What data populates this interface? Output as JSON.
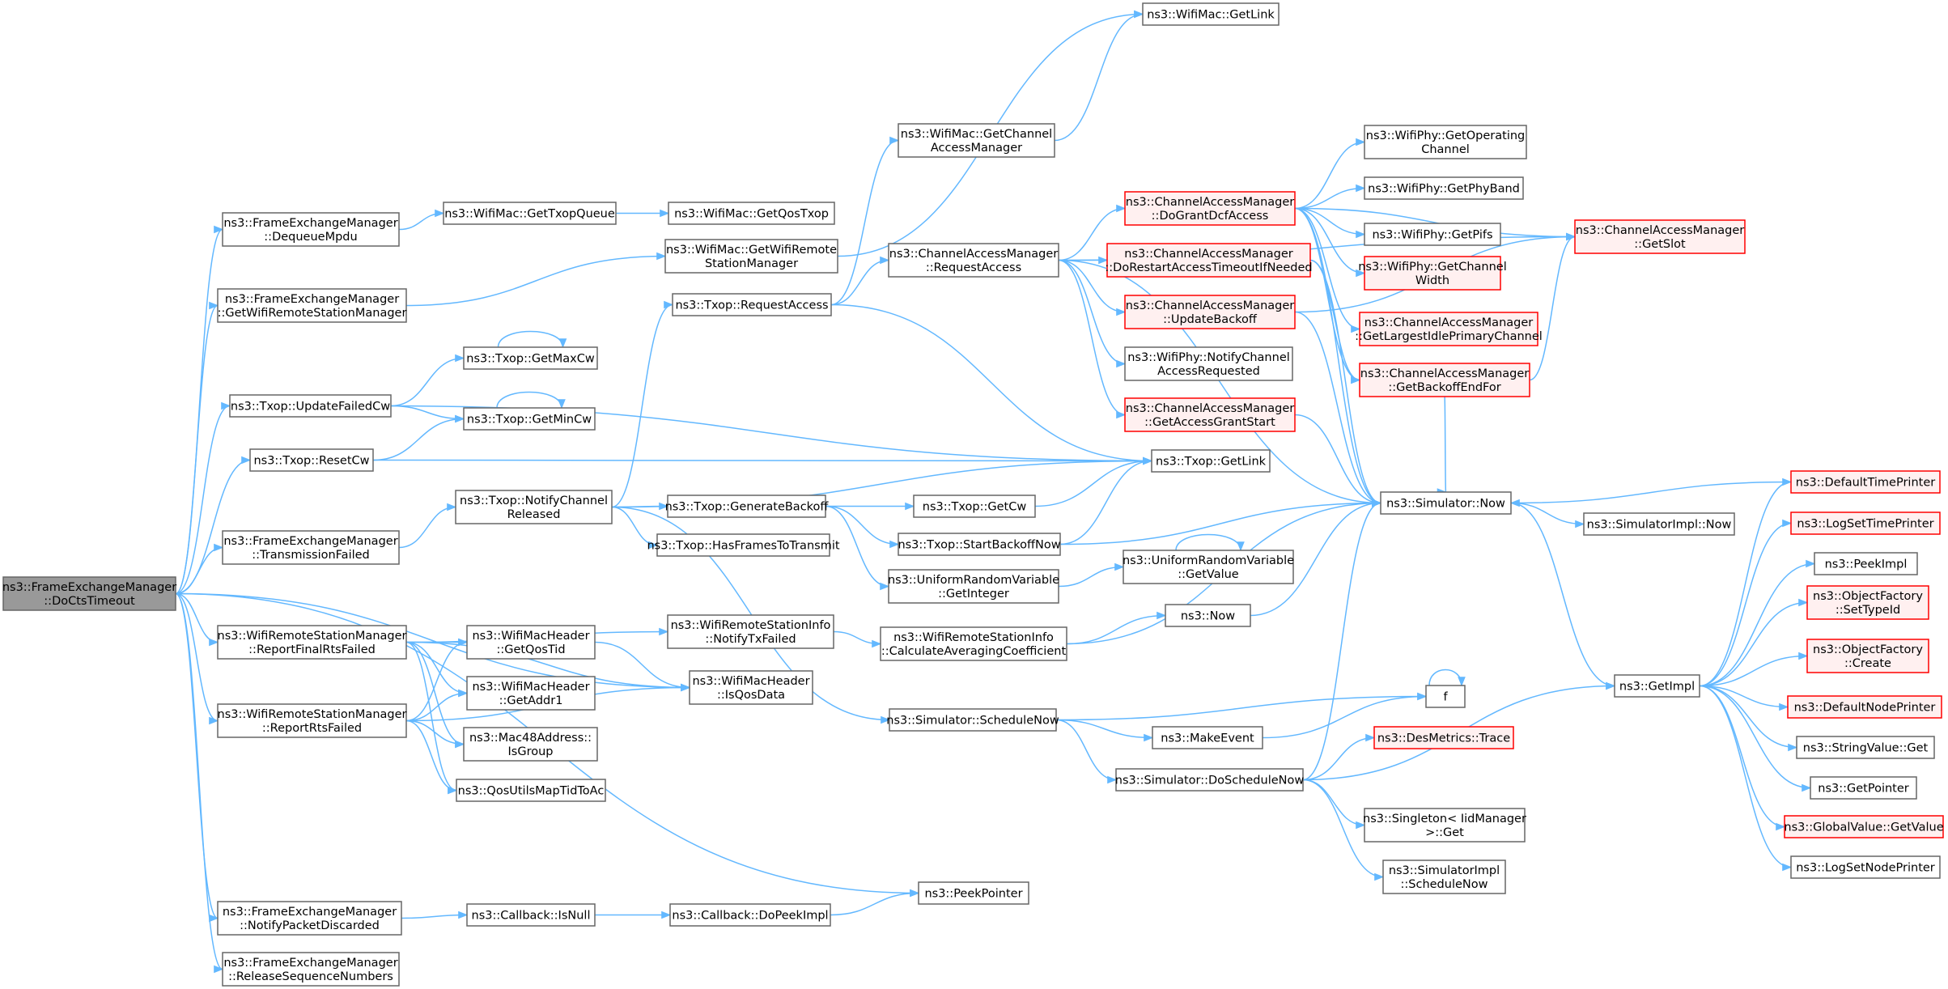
{
  "colors": {
    "edge": "#63b8ff",
    "node_border": "#666666",
    "focus_fill": "#999999",
    "red_border": "#ff0000",
    "red_fill": "#fff0f0"
  },
  "nodes": [
    {
      "id": "n_docts",
      "lines": [
        "ns3::FrameExchangeManager",
        "::DoCtsTimeout"
      ],
      "style": "focus"
    },
    {
      "id": "n_dequeue",
      "lines": [
        "ns3::FrameExchangeManager",
        "::DequeueMpdu"
      ]
    },
    {
      "id": "n_gettxopq",
      "lines": [
        "ns3::WifiMac::GetTxopQueue"
      ]
    },
    {
      "id": "n_getqostxop",
      "lines": [
        "ns3::WifiMac::GetQosTxop"
      ]
    },
    {
      "id": "n_fem_getwrsm",
      "lines": [
        "ns3::FrameExchangeManager",
        "::GetWifiRemoteStationManager"
      ]
    },
    {
      "id": "n_mac_getwrsm",
      "lines": [
        "ns3::WifiMac::GetWifiRemote",
        "StationManager"
      ]
    },
    {
      "id": "n_mac_getlink",
      "lines": [
        "ns3::WifiMac::GetLink"
      ]
    },
    {
      "id": "n_getcam",
      "lines": [
        "ns3::WifiMac::GetChannel",
        "AccessManager"
      ]
    },
    {
      "id": "n_updatefailedcw",
      "lines": [
        "ns3::Txop::UpdateFailedCw"
      ]
    },
    {
      "id": "n_getmaxcw",
      "lines": [
        "ns3::Txop::GetMaxCw"
      ]
    },
    {
      "id": "n_getmincw",
      "lines": [
        "ns3::Txop::GetMinCw"
      ]
    },
    {
      "id": "n_resetcw",
      "lines": [
        "ns3::Txop::ResetCw"
      ]
    },
    {
      "id": "n_txop_getlink",
      "lines": [
        "ns3::Txop::GetLink"
      ]
    },
    {
      "id": "n_requestaccess",
      "lines": [
        "ns3::Txop::RequestAccess"
      ]
    },
    {
      "id": "n_cam_requestaccess",
      "lines": [
        "ns3::ChannelAccessManager",
        "::RequestAccess"
      ]
    },
    {
      "id": "n_dogrant",
      "lines": [
        "ns3::ChannelAccessManager",
        "::DoGrantDcfAccess"
      ],
      "style": "red"
    },
    {
      "id": "n_dorestart",
      "lines": [
        "ns3::ChannelAccessManager",
        "::DoRestartAccessTimeoutIfNeeded"
      ],
      "style": "red"
    },
    {
      "id": "n_updatebackoff",
      "lines": [
        "ns3::ChannelAccessManager",
        "::UpdateBackoff"
      ],
      "style": "red"
    },
    {
      "id": "n_notifychanreq",
      "lines": [
        "ns3::WifiPhy::NotifyChannel",
        "AccessRequested"
      ]
    },
    {
      "id": "n_getaccessgrant",
      "lines": [
        "ns3::ChannelAccessManager",
        "::GetAccessGrantStart"
      ],
      "style": "red"
    },
    {
      "id": "n_getopchan",
      "lines": [
        "ns3::WifiPhy::GetOperating",
        "Channel"
      ]
    },
    {
      "id": "n_getphyband",
      "lines": [
        "ns3::WifiPhy::GetPhyBand"
      ]
    },
    {
      "id": "n_getpifs",
      "lines": [
        "ns3::WifiPhy::GetPifs"
      ]
    },
    {
      "id": "n_getchanwidth",
      "lines": [
        "ns3::WifiPhy::GetChannel",
        "Width"
      ],
      "style": "red"
    },
    {
      "id": "n_getlargest",
      "lines": [
        "ns3::ChannelAccessManager",
        "::GetLargestIdlePrimaryChannel"
      ],
      "style": "red"
    },
    {
      "id": "n_getbackoffend",
      "lines": [
        "ns3::ChannelAccessManager",
        "::GetBackoffEndFor"
      ],
      "style": "red"
    },
    {
      "id": "n_getslot",
      "lines": [
        "ns3::ChannelAccessManager",
        "::GetSlot"
      ],
      "style": "red"
    },
    {
      "id": "n_txfailed",
      "lines": [
        "ns3::FrameExchangeManager",
        "::TransmissionFailed"
      ]
    },
    {
      "id": "n_notifychanrel",
      "lines": [
        "ns3::Txop::NotifyChannel",
        "Released"
      ]
    },
    {
      "id": "n_genbackoff",
      "lines": [
        "ns3::Txop::GenerateBackoff"
      ]
    },
    {
      "id": "n_hasframes",
      "lines": [
        "ns3::Txop::HasFramesToTransmit"
      ]
    },
    {
      "id": "n_getcw",
      "lines": [
        "ns3::Txop::GetCw"
      ]
    },
    {
      "id": "n_startbackoff",
      "lines": [
        "ns3::Txop::StartBackoffNow"
      ]
    },
    {
      "id": "n_urv_getint",
      "lines": [
        "ns3::UniformRandomVariable",
        "::GetInteger"
      ]
    },
    {
      "id": "n_urv_getval",
      "lines": [
        "ns3::UniformRandomVariable",
        "::GetValue"
      ]
    },
    {
      "id": "n_simnow",
      "lines": [
        "ns3::Simulator::Now"
      ]
    },
    {
      "id": "n_simimplnow",
      "lines": [
        "ns3::SimulatorImpl::Now"
      ]
    },
    {
      "id": "n_reportfinal",
      "lines": [
        "ns3::WifiRemoteStationManager",
        "::ReportFinalRtsFailed"
      ]
    },
    {
      "id": "n_reportrts",
      "lines": [
        "ns3::WifiRemoteStationManager",
        "::ReportRtsFailed"
      ]
    },
    {
      "id": "n_getqostid",
      "lines": [
        "ns3::WifiMacHeader",
        "::GetQosTid"
      ]
    },
    {
      "id": "n_getaddr1",
      "lines": [
        "ns3::WifiMacHeader",
        "::GetAddr1"
      ]
    },
    {
      "id": "n_isgroup",
      "lines": [
        "ns3::Mac48Address::",
        "IsGroup"
      ]
    },
    {
      "id": "n_qosutils",
      "lines": [
        "ns3::QosUtilsMapTidToAc"
      ]
    },
    {
      "id": "n_notifytxfailed",
      "lines": [
        "ns3::WifiRemoteStationInfo",
        "::NotifyTxFailed"
      ]
    },
    {
      "id": "n_isqosdata",
      "lines": [
        "ns3::WifiMacHeader",
        "::IsQosData"
      ]
    },
    {
      "id": "n_calcavg",
      "lines": [
        "ns3::WifiRemoteStationInfo",
        "::CalculateAveragingCoefficient"
      ]
    },
    {
      "id": "n_ns3now",
      "lines": [
        "ns3::Now"
      ]
    },
    {
      "id": "n_schedulenow",
      "lines": [
        "ns3::Simulator::ScheduleNow"
      ]
    },
    {
      "id": "n_f",
      "lines": [
        "f"
      ]
    },
    {
      "id": "n_makeevent",
      "lines": [
        "ns3::MakeEvent"
      ]
    },
    {
      "id": "n_doschedulenow",
      "lines": [
        "ns3::Simulator::DoScheduleNow"
      ]
    },
    {
      "id": "n_desmetrics",
      "lines": [
        "ns3::DesMetrics::Trace"
      ],
      "style": "red"
    },
    {
      "id": "n_singleton",
      "lines": [
        "ns3::Singleton< IidManager",
        " >::Get"
      ]
    },
    {
      "id": "n_simimplsched",
      "lines": [
        "ns3::SimulatorImpl",
        "::ScheduleNow"
      ]
    },
    {
      "id": "n_getimpl",
      "lines": [
        "ns3::GetImpl"
      ]
    },
    {
      "id": "n_deftimeprinter",
      "lines": [
        "ns3::DefaultTimePrinter"
      ],
      "style": "red"
    },
    {
      "id": "n_logsettime",
      "lines": [
        "ns3::LogSetTimePrinter"
      ],
      "style": "red"
    },
    {
      "id": "n_peekimpl",
      "lines": [
        "ns3::PeekImpl"
      ]
    },
    {
      "id": "n_of_settypeid",
      "lines": [
        "ns3::ObjectFactory",
        "::SetTypeId"
      ],
      "style": "red"
    },
    {
      "id": "n_of_create",
      "lines": [
        "ns3::ObjectFactory",
        "::Create"
      ],
      "style": "red"
    },
    {
      "id": "n_defnodeprinter",
      "lines": [
        "ns3::DefaultNodePrinter"
      ],
      "style": "red"
    },
    {
      "id": "n_stringvalueget",
      "lines": [
        "ns3::StringValue::Get"
      ]
    },
    {
      "id": "n_getpointer",
      "lines": [
        "ns3::GetPointer"
      ]
    },
    {
      "id": "n_globalvalue",
      "lines": [
        "ns3::GlobalValue::GetValue"
      ],
      "style": "red"
    },
    {
      "id": "n_logsetnode",
      "lines": [
        "ns3::LogSetNodePrinter"
      ]
    },
    {
      "id": "n_notifydiscard",
      "lines": [
        "ns3::FrameExchangeManager",
        "::NotifyPacketDiscarded"
      ]
    },
    {
      "id": "n_isnull",
      "lines": [
        "ns3::Callback::IsNull"
      ]
    },
    {
      "id": "n_dopeekimpl",
      "lines": [
        "ns3::Callback::DoPeekImpl"
      ]
    },
    {
      "id": "n_peekpointer",
      "lines": [
        "ns3::PeekPointer"
      ]
    },
    {
      "id": "n_releaseseq",
      "lines": [
        "ns3::FrameExchangeManager",
        "::ReleaseSequenceNumbers"
      ]
    }
  ],
  "edges": [
    [
      "n_docts",
      "n_dequeue"
    ],
    [
      "n_docts",
      "n_fem_getwrsm"
    ],
    [
      "n_docts",
      "n_updatefailedcw"
    ],
    [
      "n_docts",
      "n_resetcw"
    ],
    [
      "n_docts",
      "n_txfailed"
    ],
    [
      "n_docts",
      "n_reportfinal"
    ],
    [
      "n_docts",
      "n_reportrts"
    ],
    [
      "n_docts",
      "n_isqosdata"
    ],
    [
      "n_docts",
      "n_peekpointer"
    ],
    [
      "n_docts",
      "n_notifydiscard"
    ],
    [
      "n_docts",
      "n_releaseseq"
    ],
    [
      "n_dequeue",
      "n_gettxopq"
    ],
    [
      "n_gettxopq",
      "n_getqostxop"
    ],
    [
      "n_fem_getwrsm",
      "n_mac_getwrsm"
    ],
    [
      "n_mac_getwrsm",
      "n_mac_getlink"
    ],
    [
      "n_updatefailedcw",
      "n_getmaxcw"
    ],
    [
      "n_updatefailedcw",
      "n_getmincw"
    ],
    [
      "n_updatefailedcw",
      "n_txop_getlink"
    ],
    [
      "n_getmaxcw",
      "n_getmaxcw"
    ],
    [
      "n_getmincw",
      "n_getmincw"
    ],
    [
      "n_resetcw",
      "n_getmincw"
    ],
    [
      "n_resetcw",
      "n_txop_getlink"
    ],
    [
      "n_txfailed",
      "n_notifychanrel"
    ],
    [
      "n_notifychanrel",
      "n_requestaccess"
    ],
    [
      "n_notifychanrel",
      "n_genbackoff"
    ],
    [
      "n_notifychanrel",
      "n_hasframes"
    ],
    [
      "n_notifychanrel",
      "n_txop_getlink"
    ],
    [
      "n_notifychanrel",
      "n_schedulenow"
    ],
    [
      "n_requestaccess",
      "n_getcam"
    ],
    [
      "n_requestaccess",
      "n_cam_requestaccess"
    ],
    [
      "n_requestaccess",
      "n_txop_getlink"
    ],
    [
      "n_getcam",
      "n_mac_getlink"
    ],
    [
      "n_cam_requestaccess",
      "n_dogrant"
    ],
    [
      "n_cam_requestaccess",
      "n_dorestart"
    ],
    [
      "n_cam_requestaccess",
      "n_updatebackoff"
    ],
    [
      "n_cam_requestaccess",
      "n_notifychanreq"
    ],
    [
      "n_cam_requestaccess",
      "n_getaccessgrant"
    ],
    [
      "n_cam_requestaccess",
      "n_getslot"
    ],
    [
      "n_cam_requestaccess",
      "n_simnow"
    ],
    [
      "n_dogrant",
      "n_getopchan"
    ],
    [
      "n_dogrant",
      "n_getphyband"
    ],
    [
      "n_dogrant",
      "n_getpifs"
    ],
    [
      "n_dogrant",
      "n_getchanwidth"
    ],
    [
      "n_dogrant",
      "n_getlargest"
    ],
    [
      "n_dogrant",
      "n_getbackoffend"
    ],
    [
      "n_dogrant",
      "n_getslot"
    ],
    [
      "n_dogrant",
      "n_simnow"
    ],
    [
      "n_dorestart",
      "n_getbackoffend"
    ],
    [
      "n_dorestart",
      "n_simnow"
    ],
    [
      "n_updatebackoff",
      "n_getslot"
    ],
    [
      "n_updatebackoff",
      "n_simnow"
    ],
    [
      "n_getaccessgrant",
      "n_simnow"
    ],
    [
      "n_getbackoffend",
      "n_getslot"
    ],
    [
      "n_getbackoffend",
      "n_simnow"
    ],
    [
      "n_genbackoff",
      "n_getcw"
    ],
    [
      "n_genbackoff",
      "n_startbackoff"
    ],
    [
      "n_genbackoff",
      "n_urv_getint"
    ],
    [
      "n_getcw",
      "n_txop_getlink"
    ],
    [
      "n_startbackoff",
      "n_txop_getlink"
    ],
    [
      "n_startbackoff",
      "n_simnow"
    ],
    [
      "n_urv_getint",
      "n_urv_getval"
    ],
    [
      "n_urv_getval",
      "n_urv_getval"
    ],
    [
      "n_simnow",
      "n_simimplnow"
    ],
    [
      "n_simnow",
      "n_getimpl"
    ],
    [
      "n_reportfinal",
      "n_getqostid"
    ],
    [
      "n_reportfinal",
      "n_getaddr1"
    ],
    [
      "n_reportfinal",
      "n_isgroup"
    ],
    [
      "n_reportfinal",
      "n_qosutils"
    ],
    [
      "n_reportfinal",
      "n_notifytxfailed"
    ],
    [
      "n_reportfinal",
      "n_isqosdata"
    ],
    [
      "n_reportrts",
      "n_getqostid"
    ],
    [
      "n_reportrts",
      "n_getaddr1"
    ],
    [
      "n_reportrts",
      "n_isgroup"
    ],
    [
      "n_reportrts",
      "n_qosutils"
    ],
    [
      "n_reportrts",
      "n_isqosdata"
    ],
    [
      "n_getqostid",
      "n_isqosdata"
    ],
    [
      "n_notifytxfailed",
      "n_calcavg"
    ],
    [
      "n_calcavg",
      "n_ns3now"
    ],
    [
      "n_calcavg",
      "n_simnow"
    ],
    [
      "n_ns3now",
      "n_simnow"
    ],
    [
      "n_schedulenow",
      "n_f"
    ],
    [
      "n_schedulenow",
      "n_makeevent"
    ],
    [
      "n_schedulenow",
      "n_doschedulenow"
    ],
    [
      "n_f",
      "n_f"
    ],
    [
      "n_makeevent",
      "n_f"
    ],
    [
      "n_doschedulenow",
      "n_desmetrics"
    ],
    [
      "n_doschedulenow",
      "n_singleton"
    ],
    [
      "n_doschedulenow",
      "n_simimplsched"
    ],
    [
      "n_doschedulenow",
      "n_getimpl"
    ],
    [
      "n_doschedulenow",
      "n_simnow"
    ],
    [
      "n_getimpl",
      "n_deftimeprinter"
    ],
    [
      "n_getimpl",
      "n_logsettime"
    ],
    [
      "n_getimpl",
      "n_peekimpl"
    ],
    [
      "n_getimpl",
      "n_of_settypeid"
    ],
    [
      "n_getimpl",
      "n_of_create"
    ],
    [
      "n_getimpl",
      "n_defnodeprinter"
    ],
    [
      "n_getimpl",
      "n_stringvalueget"
    ],
    [
      "n_getimpl",
      "n_getpointer"
    ],
    [
      "n_getimpl",
      "n_globalvalue"
    ],
    [
      "n_getimpl",
      "n_logsetnode"
    ],
    [
      "n_deftimeprinter",
      "n_simnow"
    ],
    [
      "n_notifydiscard",
      "n_isnull"
    ],
    [
      "n_isnull",
      "n_dopeekimpl"
    ],
    [
      "n_dopeekimpl",
      "n_peekpointer"
    ]
  ]
}
